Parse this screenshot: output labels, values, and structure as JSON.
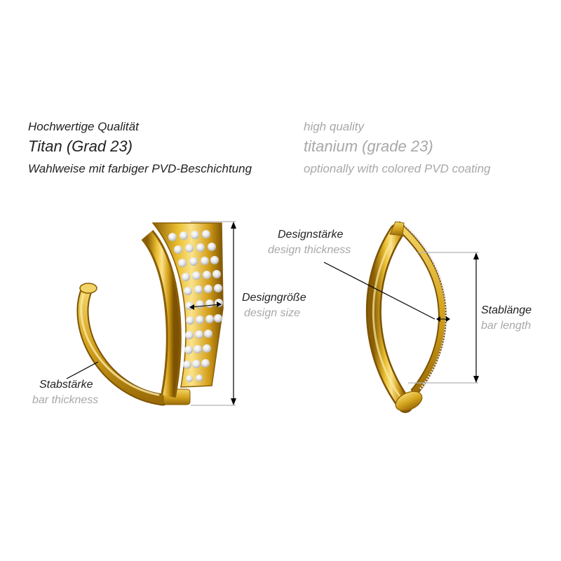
{
  "header": {
    "de": {
      "line1": "Hochwertige Qualität",
      "line2": "Titan (Grad 23)",
      "line3": "Wahlweise mit farbiger PVD-Beschichtung"
    },
    "en": {
      "line1": "high quality",
      "line2": "titanium (grade 23)",
      "line3": "optionally with colored PVD coating"
    }
  },
  "labels": {
    "design_size": {
      "de": "Designgröße",
      "en": "design size"
    },
    "bar_thickness": {
      "de": "Stabstärke",
      "en": "bar thickness"
    },
    "design_thickness": {
      "de": "Designstärke",
      "en": "design thickness"
    },
    "bar_length": {
      "de": "Stablänge",
      "en": "bar length"
    }
  },
  "colors": {
    "gold": "#d9a81c",
    "gold_dark": "#9a6e08",
    "gold_light": "#f6de7a",
    "dimension_line": "#b5b5b5",
    "pointer": "#000000"
  },
  "icons": [
    "ring-front-view",
    "ring-side-view"
  ]
}
